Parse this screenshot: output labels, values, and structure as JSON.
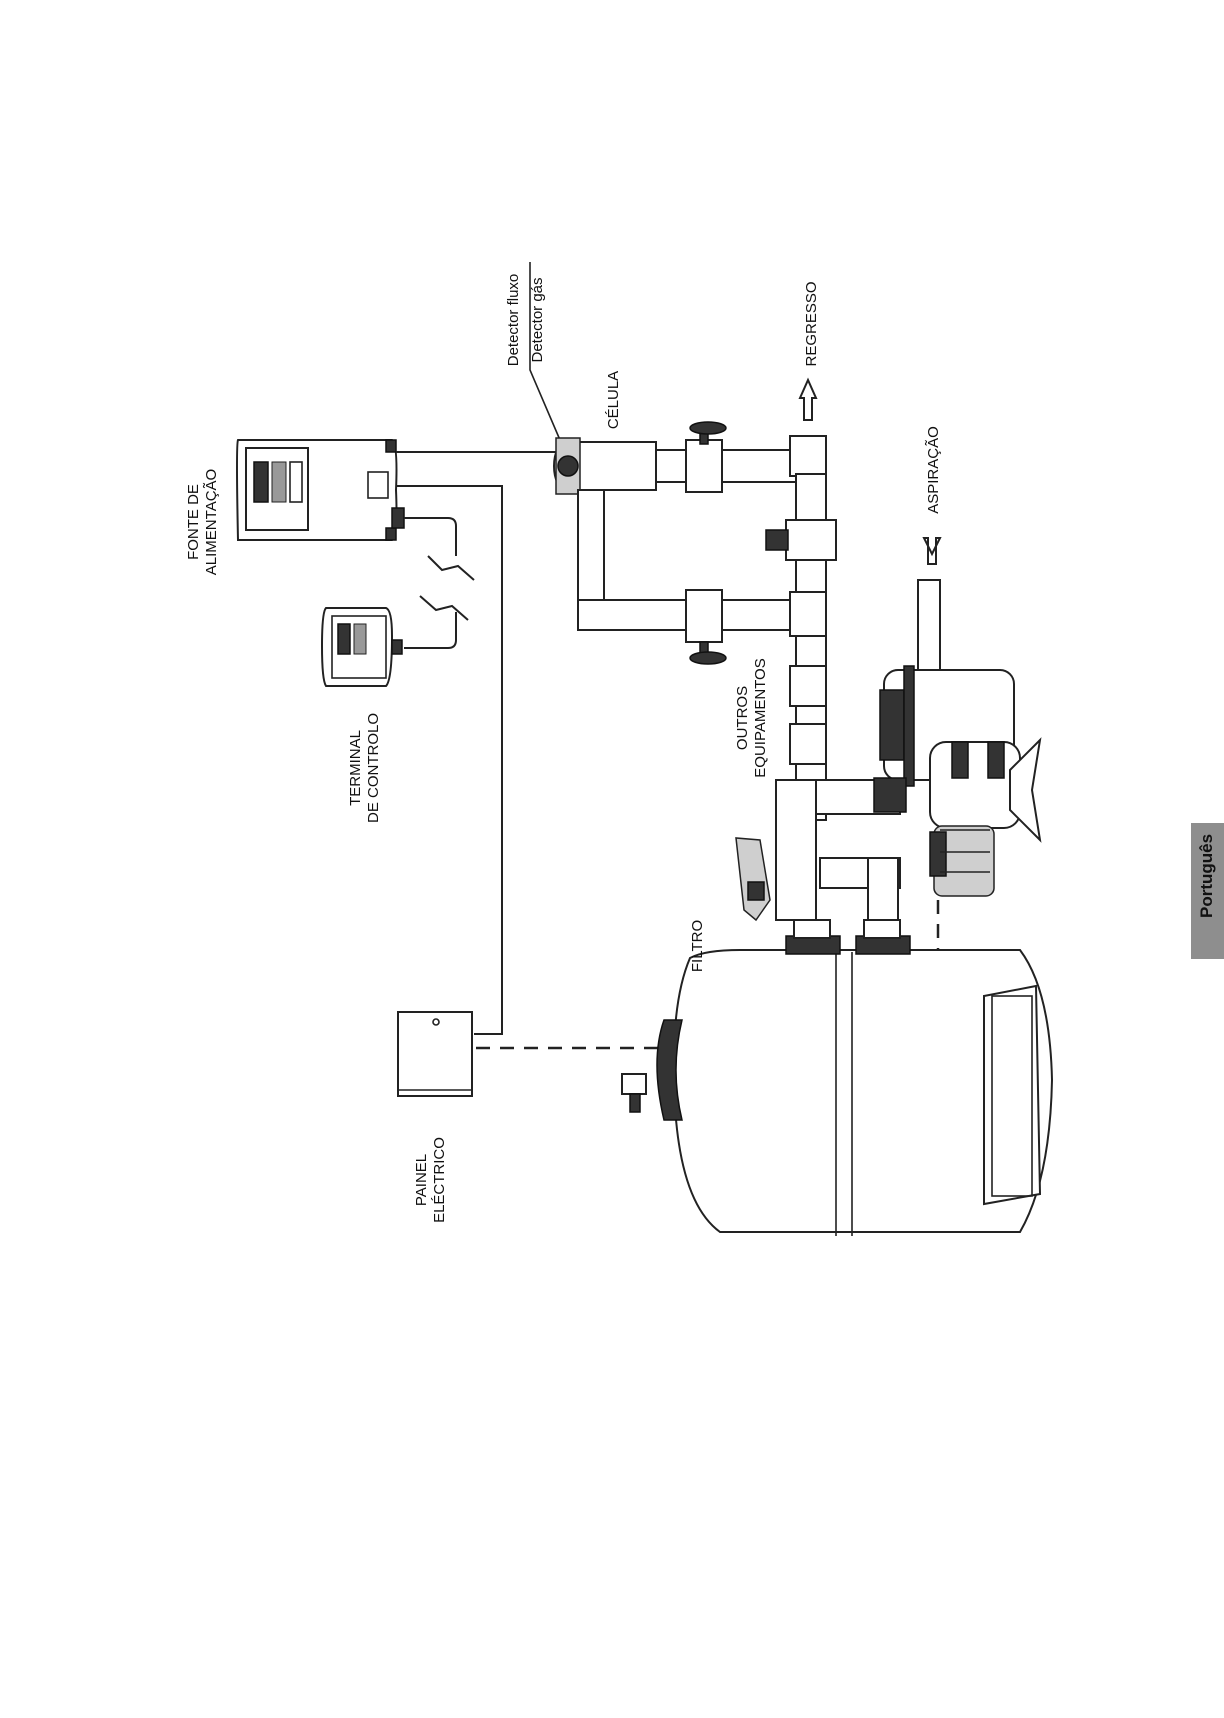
{
  "diagram": {
    "labels": {
      "fonte_line1": "FONTE DE",
      "fonte_line2": "ALIMENTAÇÃO",
      "terminal_line1": "TERMINAL",
      "terminal_line2": "DE CONTROLO",
      "painel_line1": "PAINEL",
      "painel_line2": "ELÉCTRICO",
      "detector_fluxo": "Detector fluxo",
      "detector_gas": "Detector gás",
      "celula": "CÉLULA",
      "regresso": "REGRESSO",
      "aspiracao": "ASPIRAÇÃO",
      "outros_line1": "OUTROS",
      "outros_line2": "EQUIPAMENTOS",
      "filtro": "FILTRO"
    }
  },
  "language_tab": {
    "label": "Português",
    "color": "#8e8e8e"
  }
}
